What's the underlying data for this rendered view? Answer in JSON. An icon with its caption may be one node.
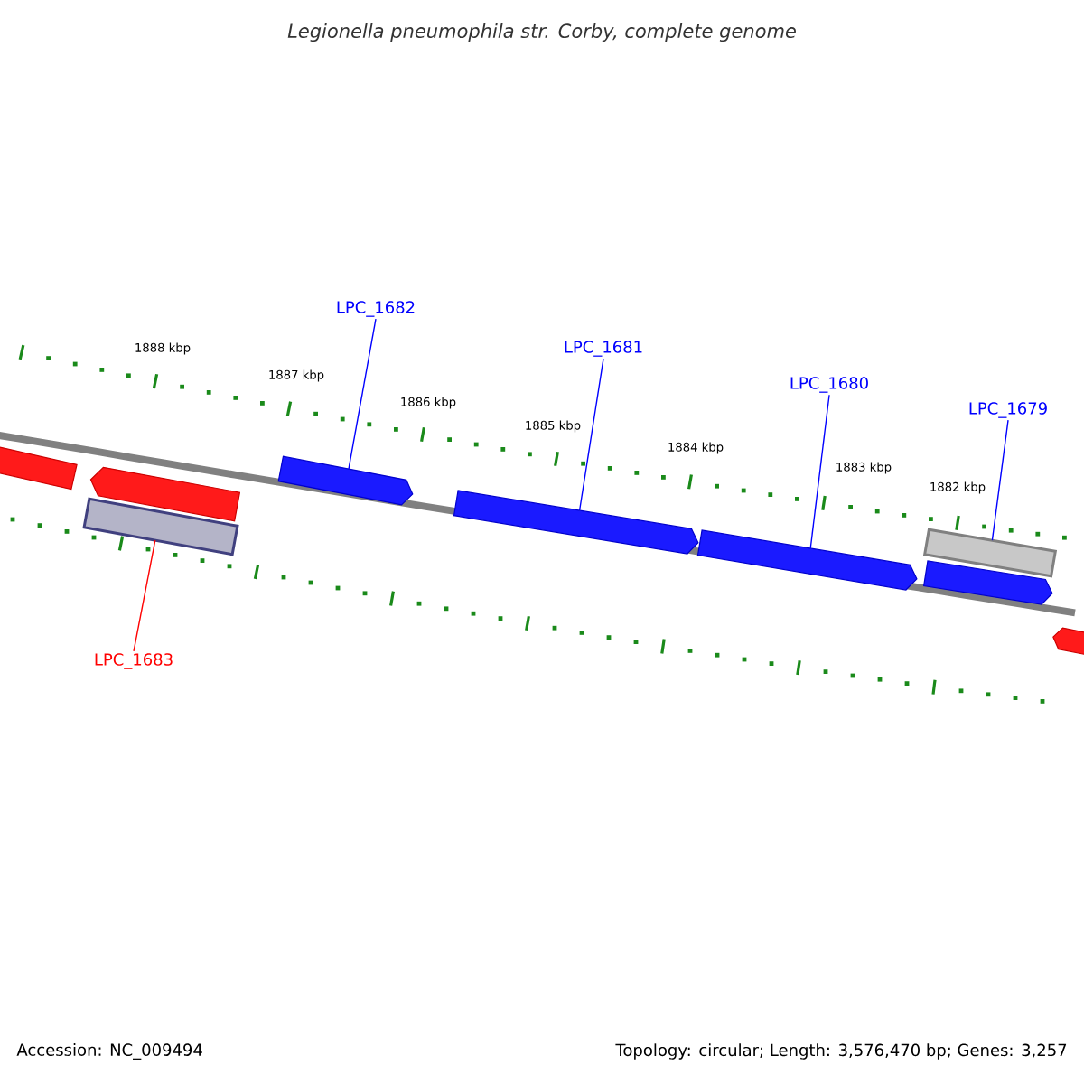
{
  "diagram": {
    "title": "Legionella pneumophila str. Corby, complete genome",
    "nodes": [
      {
        "text": [
          "LPC_1682"
        ]
      },
      {
        "text": [
          "LPC_1681"
        ]
      },
      {
        "text": [
          "LPC_1680"
        ]
      },
      {
        "text": [
          "LPC_1679"
        ]
      },
      {
        "text": [],
        "shape": "bar"
      },
      {
        "text": [],
        "shape": "arrow"
      },
      {
        "text": [],
        "shape": "bar"
      },
      {
        "text": [],
        "shape": "arrow"
      },
      {
        "text": [],
        "shape": "arrow"
      },
      {
        "text": [],
        "shape": "arrow"
      },
      {
        "text": [],
        "shape": "bar"
      },
      {
        "text": [],
        "shape": "arrow"
      },
      {
        "text": [],
        "shape": "arrow"
      },
      {
        "text": [
          "LPC_1683"
        ]
      }
    ],
    "edges": [
      {
        "from": 0,
        "to": 7,
        "arrow": "none"
      },
      {
        "from": 1,
        "to": 8,
        "arrow": "none"
      },
      {
        "from": 2,
        "to": 9,
        "arrow": "none"
      },
      {
        "from": 3,
        "to": 10,
        "arrow": "none"
      },
      {
        "from": 13,
        "to": 6,
        "arrow": "none",
        "color": "#ff0000"
      }
    ],
    "labels": [
      "1888 kbp",
      "1887 kbp",
      "1886 kbp",
      "1885 kbp",
      "1884 kbp",
      "1883 kbp",
      "1882 kbp",
      "Accession: NC_009494",
      "Topology: circular; Length: 3,576,470 bp; Genes: 3,257"
    ]
  }
}
